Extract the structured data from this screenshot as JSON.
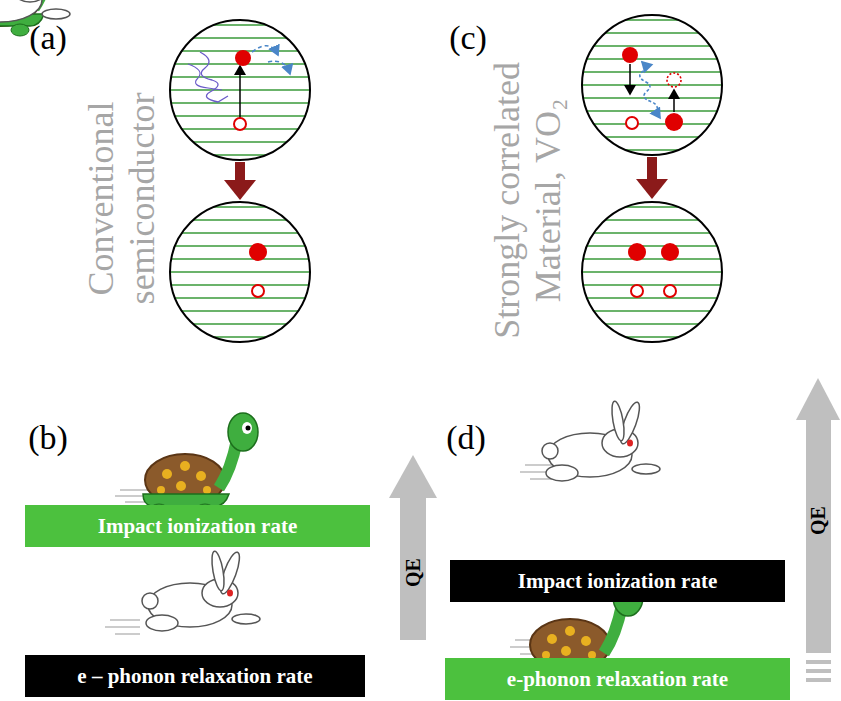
{
  "diagram": {
    "nodes": [
      {
        "text": [
          "Impact ionization rate"
        ]
      },
      {
        "text": [
          "e – phonon relaxation  rate"
        ]
      },
      {
        "text": [
          "Impact ionization rate"
        ]
      },
      {
        "text": [
          "e-phonon relaxation  rate"
        ]
      }
    ],
    "labels": [
      "(a)",
      "Conventional semiconductor",
      "(c)",
      "Strongly correlated Material, VO₂",
      "(b)",
      "QE",
      "(d)",
      "QE"
    ]
  }
}
